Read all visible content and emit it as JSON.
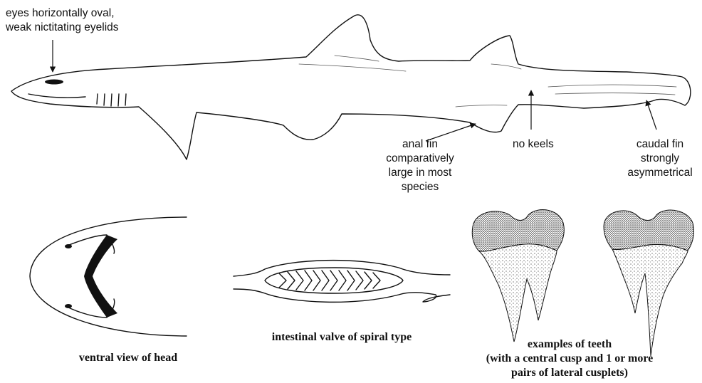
{
  "annotations": {
    "eyes": [
      "eyes horizontally oval,",
      "weak nictitating eyelids"
    ],
    "anal_fin": [
      "anal fin",
      "comparatively",
      "large in most",
      "species"
    ],
    "no_keels": "no keels",
    "caudal_fin": [
      "caudal fin",
      "strongly",
      "asymmetrical"
    ]
  },
  "captions": {
    "ventral_head": "ventral view of head",
    "intestinal_valve": "intestinal valve of spiral type",
    "teeth": [
      "examples of teeth",
      "(with a central cusp and 1 or more",
      "pairs of lateral cusplets)"
    ]
  }
}
